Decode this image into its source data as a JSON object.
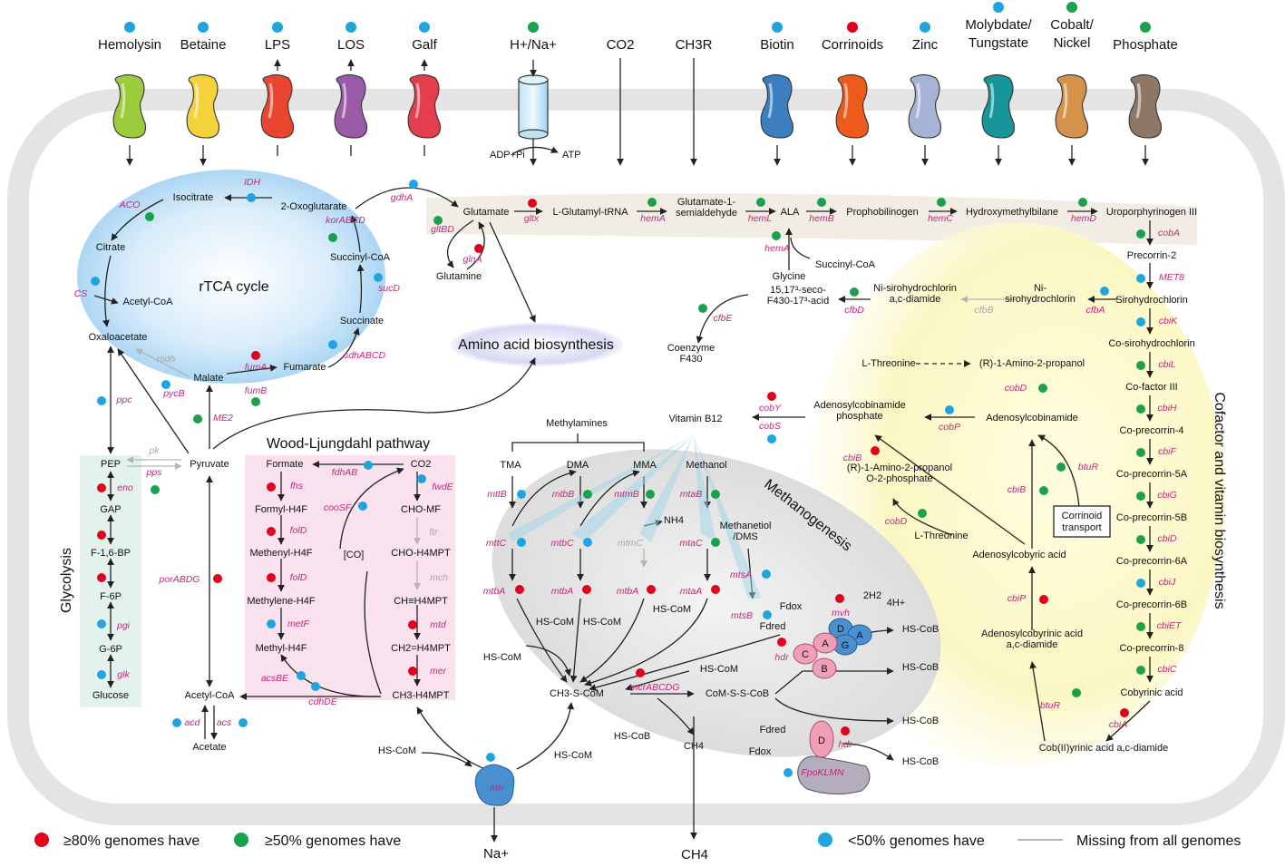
{
  "colors": {
    "red_dot": "#e3001b",
    "green_dot": "#19a24a",
    "blue_dot": "#1ea5e0",
    "gene_text": "#c4267c",
    "missing": "#b5b5b5",
    "cell_border": "#e2e2e2"
  },
  "transporters": [
    {
      "label": "Hemolysin",
      "dot": "blue",
      "color": "#9ccc3c",
      "dir": "in"
    },
    {
      "label": "Betaine",
      "dot": "blue",
      "color": "#f3d23a",
      "dir": "in"
    },
    {
      "label": "LPS",
      "dot": "blue",
      "color": "#e8462f",
      "dir": "out"
    },
    {
      "label": "LOS",
      "dot": "blue",
      "color": "#9a5aa8",
      "dir": "out"
    },
    {
      "label": "Galf",
      "dot": "blue",
      "color": "#e43d4e",
      "dir": "out"
    },
    {
      "label": "Biotin",
      "dot": "blue",
      "color": "#3b7fc0",
      "dir": "in"
    },
    {
      "label": "Corrinoids",
      "dot": "red",
      "color": "#ee5a1b",
      "dir": "in"
    },
    {
      "label": "Zinc",
      "dot": "blue",
      "color": "#a6b3d6",
      "dir": "in"
    },
    {
      "label": "Molybdate/\nTungstate",
      "dot": "blue",
      "color": "#16969a",
      "dir": "in"
    },
    {
      "label": "Cobalt/\nNickel",
      "dot": "green",
      "color": "#d3934a",
      "dir": "in"
    },
    {
      "label": "Phosphate",
      "dot": "green",
      "color": "#8d7868",
      "dir": "in"
    }
  ],
  "top_labels": {
    "hna": "H+/Na+",
    "co2": "CO2",
    "ch3r": "CH3R",
    "adp": "ADP+Pi",
    "atp": "ATP"
  },
  "regions": {
    "rtca": "rTCA cycle",
    "aa": "Amino acid biosynthesis",
    "wlp": "Wood-Ljungdahl pathway",
    "glycolysis": "Glycolysis",
    "methanogenesis": "Methanogenesis",
    "cofactor": "Cofactor and vitamin biosynthesis",
    "corrinoid_transport": "Corrinoid\ntransport"
  },
  "metabolites": [
    {
      "id": "isocitrate",
      "text": "Isocitrate"
    },
    {
      "id": "oxoglut",
      "text": "2-Oxoglutarate"
    },
    {
      "id": "citrate",
      "text": "Citrate"
    },
    {
      "id": "succcoa",
      "text": "Succinyl-CoA"
    },
    {
      "id": "acetylcoa_t",
      "text": "Acetyl-CoA"
    },
    {
      "id": "oxaloacetate",
      "text": "Oxaloacetate"
    },
    {
      "id": "succinate",
      "text": "Succinate"
    },
    {
      "id": "fumarate",
      "text": "Fumarate"
    },
    {
      "id": "malate",
      "text": "Malate"
    },
    {
      "id": "pyruvate",
      "text": "Pyruvate"
    },
    {
      "id": "pep",
      "text": "PEP"
    },
    {
      "id": "gap",
      "text": "GAP"
    },
    {
      "id": "f16bp",
      "text": "F-1,6-BP"
    },
    {
      "id": "f6p",
      "text": "F-6P"
    },
    {
      "id": "g6p",
      "text": "G-6P"
    },
    {
      "id": "glucose",
      "text": "Glucose"
    },
    {
      "id": "acetylcoa",
      "text": "Acetyl-CoA"
    },
    {
      "id": "acetate",
      "text": "Acetate"
    },
    {
      "id": "glutamate",
      "text": "Glutamate"
    },
    {
      "id": "glutamine",
      "text": "Glutamine"
    },
    {
      "id": "lglut",
      "text": "L-Glutamyl-tRNA"
    },
    {
      "id": "g1sa",
      "text": "Glutamate-1-\nsemialdehyde"
    },
    {
      "id": "ala",
      "text": "ALA"
    },
    {
      "id": "pbg",
      "text": "Prophobilinogen"
    },
    {
      "id": "hmb",
      "text": "Hydroxymethylbilane"
    },
    {
      "id": "uro3",
      "text": "Uroporphyrinogen III"
    },
    {
      "id": "glycine",
      "text": "Glycine"
    },
    {
      "id": "succcoa2",
      "text": "Succinyl-CoA"
    },
    {
      "id": "seco",
      "text": "15,17³-seco-\nF430-17³-acid"
    },
    {
      "id": "nisd",
      "text": "Ni-sirohydrochlorin\na,c-diamide"
    },
    {
      "id": "nish",
      "text": "Ni-\nsirohydrochlorin"
    },
    {
      "id": "f430",
      "text": "Coenzyme\nF430"
    },
    {
      "id": "precorrin2",
      "text": "Precorrin-2"
    },
    {
      "id": "sirohydro",
      "text": "Sirohydrochlorin"
    },
    {
      "id": "cosiro",
      "text": "Co-sirohydrochlorin"
    },
    {
      "id": "cof3",
      "text": "Co-factor III"
    },
    {
      "id": "cop4",
      "text": "Co-precorrin-4"
    },
    {
      "id": "cop5a",
      "text": "Co-precorrin-5A"
    },
    {
      "id": "cop5b",
      "text": "Co-precorrin-5B"
    },
    {
      "id": "cop6a",
      "text": "Co-precorrin-6A"
    },
    {
      "id": "cop6b",
      "text": "Co-precorrin-6B"
    },
    {
      "id": "cop8",
      "text": "Co-precorrin-8"
    },
    {
      "id": "cobyrinic",
      "text": "Cobyrinic acid"
    },
    {
      "id": "cob2",
      "text": "Cob(II)yrinic acid a,c-diamide"
    },
    {
      "id": "lthr",
      "text": "L-Threonine"
    },
    {
      "id": "amino2p",
      "text": "(R)-1-Amino-2-propanol"
    },
    {
      "id": "adocbip",
      "text": "Adenosylcobinamide\nphosphate"
    },
    {
      "id": "adocbi",
      "text": "Adenosylcobinamide"
    },
    {
      "id": "vitb12",
      "text": "Vitamin B12"
    },
    {
      "id": "amino2pp",
      "text": "(R)-1-Amino-2-propanol\nO-2-phosphate"
    },
    {
      "id": "lthr2",
      "text": "L-Threonine"
    },
    {
      "id": "adocby",
      "text": "Adenosylcobyric acid"
    },
    {
      "id": "adocbyrinic",
      "text": "Adenosylcobyrinic acid\na,c-diamide"
    },
    {
      "id": "formate",
      "text": "Formate"
    },
    {
      "id": "co2w",
      "text": "CO2"
    },
    {
      "id": "formylh4f",
      "text": "Formyl-H4F"
    },
    {
      "id": "chomf",
      "text": "CHO-MF"
    },
    {
      "id": "methenylh4f",
      "text": "Methenyl-H4F"
    },
    {
      "id": "chomp",
      "text": "CHO-H4MPT"
    },
    {
      "id": "co",
      "text": "[CO]"
    },
    {
      "id": "methyleneh4f",
      "text": "Methylene-H4F"
    },
    {
      "id": "chmpt",
      "text": "CH≡H4MPT"
    },
    {
      "id": "methylh4f",
      "text": "Methyl-H4F"
    },
    {
      "id": "ch2mpt",
      "text": "CH2=H4MPT"
    },
    {
      "id": "ch3mpt",
      "text": "CH3-H4MPT"
    },
    {
      "id": "methylamines",
      "text": "Methylamines"
    },
    {
      "id": "tma",
      "text": "TMA"
    },
    {
      "id": "dma",
      "text": "DMA"
    },
    {
      "id": "mma",
      "text": "MMA"
    },
    {
      "id": "methanol",
      "text": "Methanol"
    },
    {
      "id": "nh4",
      "text": "NH4"
    },
    {
      "id": "methanethiol",
      "text": "Methanetiol\n/DMS"
    },
    {
      "id": "hscom1",
      "text": "HS-CoM"
    },
    {
      "id": "hscom2",
      "text": "HS-CoM"
    },
    {
      "id": "hscom3",
      "text": "HS-CoM"
    },
    {
      "id": "hscom4",
      "text": "HS-CoM"
    },
    {
      "id": "hscom5",
      "text": "HS-CoM"
    },
    {
      "id": "hscom6",
      "text": "HS-CoM"
    },
    {
      "id": "hscom7",
      "text": "HS-CoM"
    },
    {
      "id": "ch3scom",
      "text": "CH3-S-CoM"
    },
    {
      "id": "comscob",
      "text": "CoM-S-S-CoB"
    },
    {
      "id": "hscob1",
      "text": "HS-CoB"
    },
    {
      "id": "ch4a",
      "text": "CH4"
    },
    {
      "id": "hscob2",
      "text": "HS-CoB"
    },
    {
      "id": "hscob3",
      "text": "HS-CoB"
    },
    {
      "id": "hscob4",
      "text": "HS-CoB"
    },
    {
      "id": "hscob5",
      "text": "HS-CoB"
    },
    {
      "id": "fdox1",
      "text": "Fdox"
    },
    {
      "id": "fdred1",
      "text": "Fdred"
    },
    {
      "id": "h2",
      "text": "2H2"
    },
    {
      "id": "hplus",
      "text": "4H+"
    },
    {
      "id": "fdred2",
      "text": "Fdred"
    },
    {
      "id": "fdox2",
      "text": "Fdox"
    },
    {
      "id": "na",
      "text": "Na+"
    },
    {
      "id": "ch4b",
      "text": "CH4"
    }
  ],
  "genes": [
    {
      "id": "IDH",
      "text": "IDH",
      "dot": "blue"
    },
    {
      "id": "ACO",
      "text": "ACO",
      "dot": "green"
    },
    {
      "id": "korABCD",
      "text": "korABCD",
      "dot": "green"
    },
    {
      "id": "gdhA",
      "text": "gdhA",
      "dot": "blue"
    },
    {
      "id": "CS",
      "text": "CS",
      "dot": "blue"
    },
    {
      "id": "sucD",
      "text": "sucD",
      "dot": "blue"
    },
    {
      "id": "sdhABCD",
      "text": "sdhABCD",
      "dot": "blue"
    },
    {
      "id": "fumA",
      "text": "fumA",
      "dot": "red"
    },
    {
      "id": "fumB",
      "text": "fumB",
      "dot": "green"
    },
    {
      "id": "mdh",
      "text": "mdh",
      "dot": "none",
      "missing": true
    },
    {
      "id": "ppc",
      "text": "ppc",
      "dot": "blue"
    },
    {
      "id": "pycB",
      "text": "pycB",
      "dot": "blue"
    },
    {
      "id": "ME2",
      "text": "ME2",
      "dot": "green"
    },
    {
      "id": "pk",
      "text": "pk",
      "dot": "none",
      "missing": true
    },
    {
      "id": "pps",
      "text": "pps",
      "dot": "green"
    },
    {
      "id": "eno",
      "text": "eno",
      "dot": "red"
    },
    {
      "id": "fba",
      "text": "",
      "dot": "red"
    },
    {
      "id": "pfk",
      "text": "",
      "dot": "red"
    },
    {
      "id": "pgi",
      "text": "pgi",
      "dot": "blue"
    },
    {
      "id": "glk",
      "text": "glk",
      "dot": "blue"
    },
    {
      "id": "porABDG",
      "text": "porABDG",
      "dot": "red"
    },
    {
      "id": "acd",
      "text": "acd",
      "dot": "blue"
    },
    {
      "id": "acs",
      "text": "acs",
      "dot": "blue"
    },
    {
      "id": "gltx",
      "text": "gltx",
      "dot": "red"
    },
    {
      "id": "gltBD",
      "text": "gltBD",
      "dot": "green"
    },
    {
      "id": "glnA",
      "text": "glnA",
      "dot": "red"
    },
    {
      "id": "hemA",
      "text": "hemA",
      "dot": "green"
    },
    {
      "id": "hemL",
      "text": "hemL",
      "dot": "green"
    },
    {
      "id": "hemB",
      "text": "hemB",
      "dot": "green"
    },
    {
      "id": "hemC",
      "text": "hemC",
      "dot": "green"
    },
    {
      "id": "hemD",
      "text": "hemD",
      "dot": "green"
    },
    {
      "id": "hemA2",
      "text": "hemA",
      "dot": "green"
    },
    {
      "id": "cobA",
      "text": "cobA",
      "dot": "green"
    },
    {
      "id": "MET8",
      "text": "MET8",
      "dot": "blue"
    },
    {
      "id": "cfbA",
      "text": "cfbA",
      "dot": "blue"
    },
    {
      "id": "cfbB",
      "text": "cfbB",
      "dot": "none",
      "missing": true
    },
    {
      "id": "cfbD",
      "text": "cfbD",
      "dot": "green"
    },
    {
      "id": "cfbE",
      "text": "cfbE",
      "dot": "green"
    },
    {
      "id": "cbiK",
      "text": "cbiK",
      "dot": "blue"
    },
    {
      "id": "cbiL",
      "text": "cbiL",
      "dot": "green"
    },
    {
      "id": "cbiH",
      "text": "cbiH",
      "dot": "green"
    },
    {
      "id": "cbiF",
      "text": "cbiF",
      "dot": "green"
    },
    {
      "id": "cbiG",
      "text": "cbiG",
      "dot": "green"
    },
    {
      "id": "cbiD",
      "text": "cbiD",
      "dot": "green"
    },
    {
      "id": "cbiJ",
      "text": "cbiJ",
      "dot": "blue"
    },
    {
      "id": "cbiET",
      "text": "cbiET",
      "dot": "green"
    },
    {
      "id": "cbiC",
      "text": "cbiC",
      "dot": "green"
    },
    {
      "id": "cbiA",
      "text": "cbiA",
      "dot": "red"
    },
    {
      "id": "btuR",
      "text": "btuR",
      "dot": "green"
    },
    {
      "id": "btuR2",
      "text": "btuR",
      "dot": "green"
    },
    {
      "id": "cbiP",
      "text": "cbiP",
      "dot": "red"
    },
    {
      "id": "cbiB",
      "text": "cbiB",
      "dot": "green"
    },
    {
      "id": "cobD",
      "text": "cobD",
      "dot": "green"
    },
    {
      "id": "cobP",
      "text": "cobP",
      "dot": "blue"
    },
    {
      "id": "cobY",
      "text": "cobY",
      "dot": "red"
    },
    {
      "id": "cobS",
      "text": "cobS",
      "dot": "blue"
    },
    {
      "id": "cbiB2",
      "text": "cbiB",
      "dot": "red"
    },
    {
      "id": "cobD2",
      "text": "cobD",
      "dot": "green"
    },
    {
      "id": "fdhAB",
      "text": "fdhAB",
      "dot": "blue"
    },
    {
      "id": "fhs",
      "text": "fhs",
      "dot": "red"
    },
    {
      "id": "fwdE",
      "text": "fwdE",
      "dot": "blue"
    },
    {
      "id": "cooSF",
      "text": "cooSF",
      "dot": "blue"
    },
    {
      "id": "folD",
      "text": "folD",
      "dot": "red"
    },
    {
      "id": "ftr",
      "text": "ftr",
      "dot": "none",
      "missing": true
    },
    {
      "id": "folD2",
      "text": "folD",
      "dot": "red"
    },
    {
      "id": "mch",
      "text": "mch",
      "dot": "none",
      "missing": true
    },
    {
      "id": "metF",
      "text": "metF",
      "dot": "blue"
    },
    {
      "id": "mtd",
      "text": "mtd",
      "dot": "red"
    },
    {
      "id": "mer",
      "text": "mer",
      "dot": "red"
    },
    {
      "id": "acsBE",
      "text": "acsBE",
      "dot": "blue"
    },
    {
      "id": "cdhDE",
      "text": "cdhDE",
      "dot": "blue"
    },
    {
      "id": "mttB",
      "text": "mttB",
      "dot": "blue"
    },
    {
      "id": "mtbB",
      "text": "mtbB",
      "dot": "green"
    },
    {
      "id": "mtmB",
      "text": "mtmB",
      "dot": "green"
    },
    {
      "id": "mtaB",
      "text": "mtaB",
      "dot": "green"
    },
    {
      "id": "mttC",
      "text": "mttC",
      "dot": "blue"
    },
    {
      "id": "mtbC",
      "text": "mtbC",
      "dot": "blue"
    },
    {
      "id": "mtmC",
      "text": "mtmC",
      "dot": "none",
      "missing": true
    },
    {
      "id": "mtaC",
      "text": "mtaC",
      "dot": "green"
    },
    {
      "id": "mtbA",
      "text": "mtbA",
      "dot": "red"
    },
    {
      "id": "mtbA2",
      "text": "mtbA",
      "dot": "red"
    },
    {
      "id": "mtbA3",
      "text": "mtbA",
      "dot": "red"
    },
    {
      "id": "mtaA",
      "text": "mtaA",
      "dot": "red"
    },
    {
      "id": "mtsA",
      "text": "mtsA",
      "dot": "blue"
    },
    {
      "id": "mtsB",
      "text": "mtsB",
      "dot": "blue"
    },
    {
      "id": "mcrABCDG",
      "text": "mcrABCDG",
      "dot": "red"
    },
    {
      "id": "mvh",
      "text": "mvh",
      "dot": "red"
    },
    {
      "id": "hdr",
      "text": "hdr",
      "dot": "red"
    },
    {
      "id": "hdr2",
      "text": "hdr",
      "dot": "red"
    },
    {
      "id": "fpo",
      "text": "FpoKLMN",
      "dot": "blue"
    },
    {
      "id": "mtr",
      "text": "mtr",
      "dot": "blue"
    }
  ],
  "subunits": {
    "d": "D",
    "a": "A",
    "g": "G",
    "a2": "A",
    "c": "C",
    "b": "B",
    "d2": "D"
  },
  "legend": {
    "red": "≥80% genomes have",
    "green": "≥50% genomes have",
    "blue": "<50% genomes have",
    "missing": "Missing from all genomes"
  }
}
